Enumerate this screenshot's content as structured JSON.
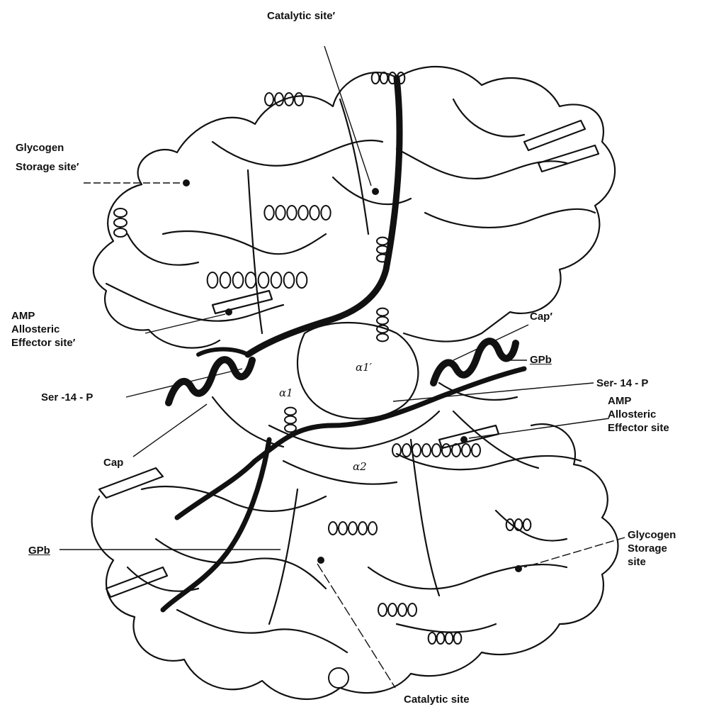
{
  "labels": {
    "catalytic_site_prime": "Catalytic site′",
    "glycogen_storage_site_prime": [
      "Glycogen",
      "Storage site′"
    ],
    "amp_allosteric_site_prime": [
      "AMP",
      "Allosteric",
      "Effector site′"
    ],
    "cap_prime": "Cap′",
    "gp_b_right": "GPb",
    "ser14p_left": "Ser -14 - P",
    "ser14p_right": "Ser- 14 - P",
    "amp_allosteric_site": [
      "AMP",
      "Allosteric",
      "Effector site"
    ],
    "cap": "Cap",
    "gp_b_left": "GPb",
    "glycogen_storage_site": [
      "Glycogen",
      "Storage",
      "site"
    ],
    "catalytic_site": "Catalytic site",
    "helix_alpha1_prime": "α1′",
    "helix_alpha1": "α1",
    "helix_alpha2": "α2"
  },
  "colors": {
    "ink": "#111111",
    "background": "#ffffff"
  }
}
